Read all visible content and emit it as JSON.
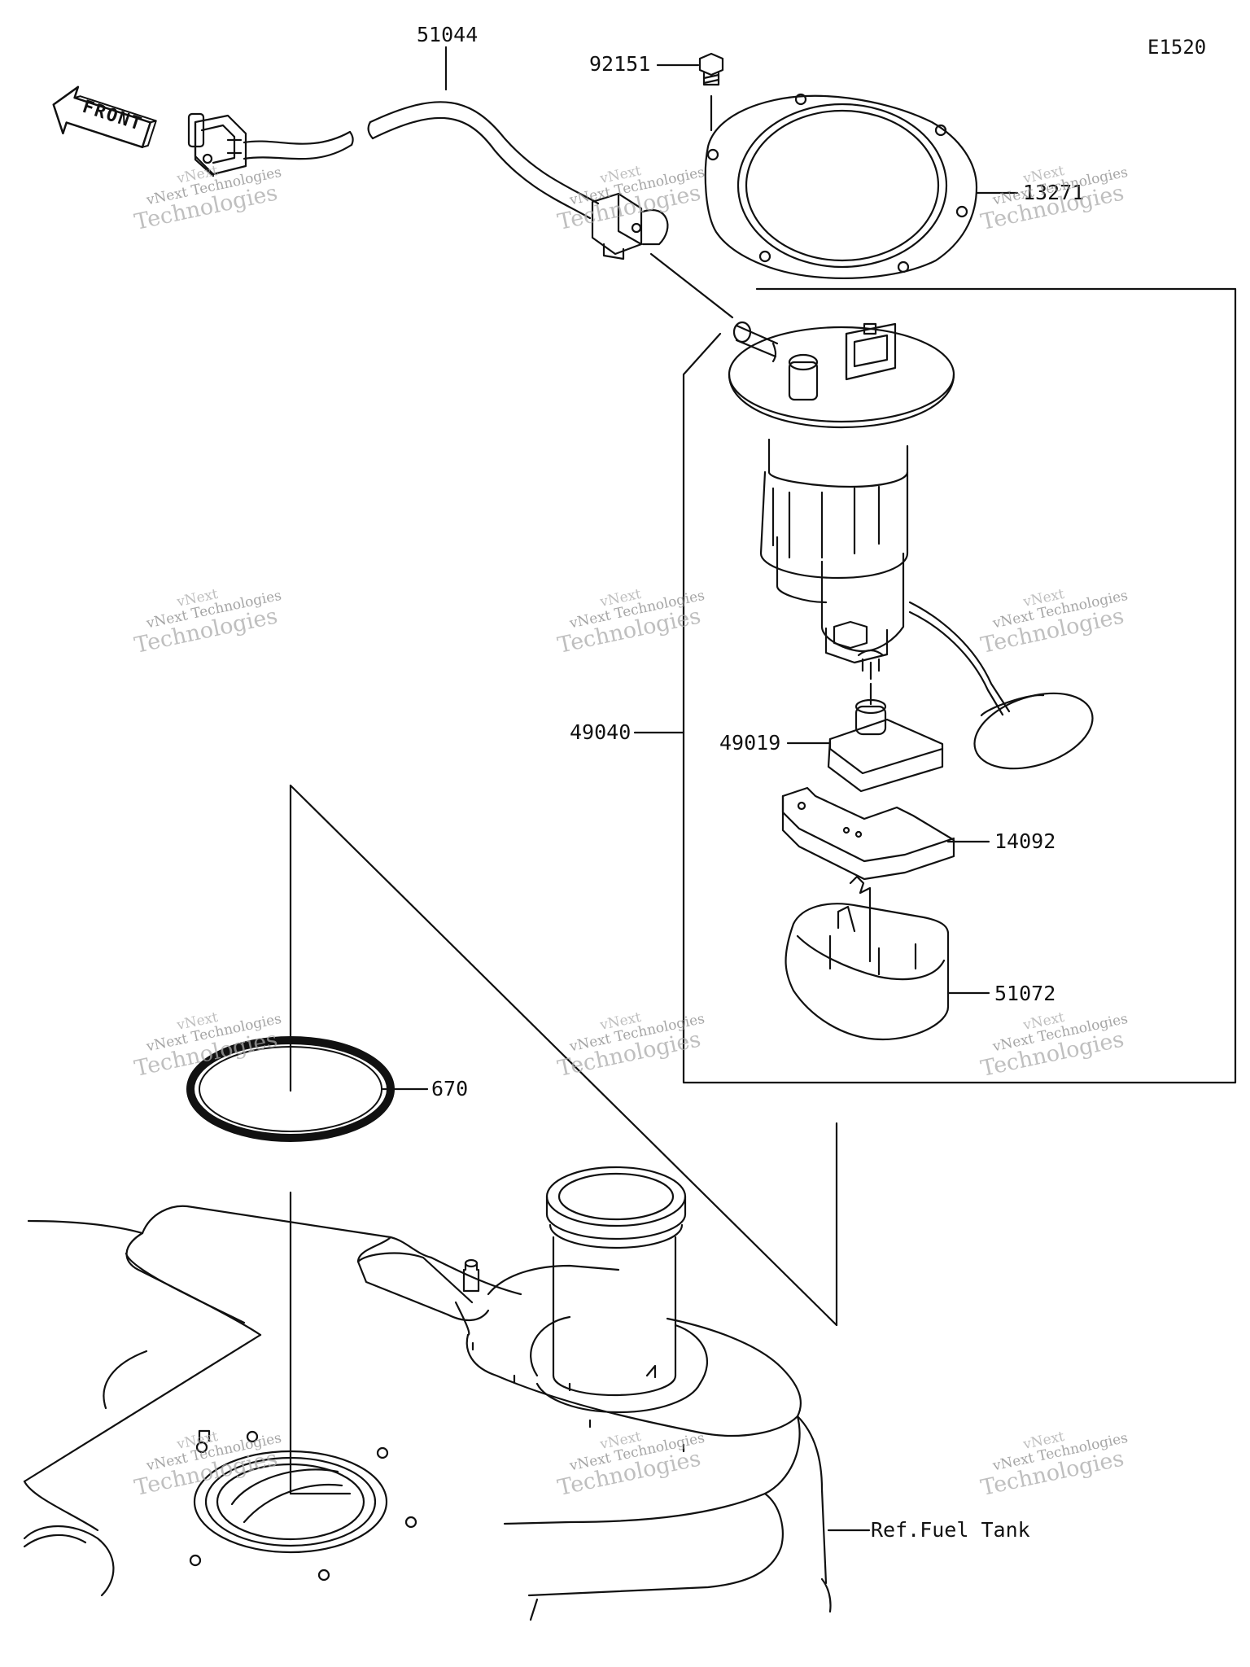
{
  "diagram_code": "E1520",
  "parts": {
    "p51044": "51044",
    "p92151": "92151",
    "p13271": "13271",
    "p49040": "49040",
    "p49019": "49019",
    "p14092": "14092",
    "p51072": "51072",
    "p670": "670",
    "ref_fuel_tank": "Ref.Fuel Tank"
  },
  "front_label": "FRONT",
  "watermark": {
    "line1": "vNext",
    "line2": "vNext Technologies",
    "line3": "Technologies"
  }
}
